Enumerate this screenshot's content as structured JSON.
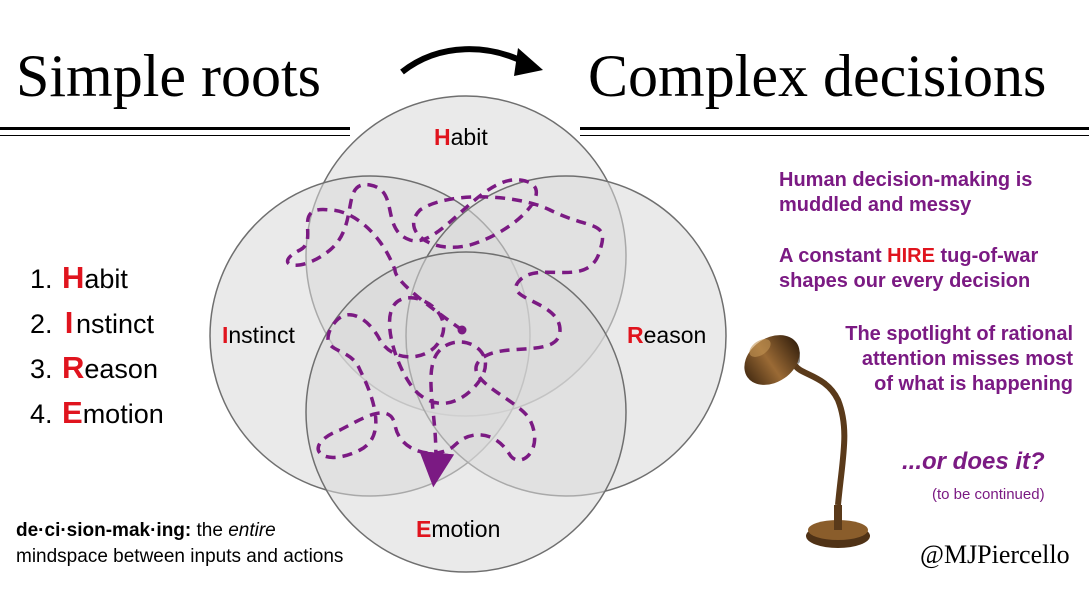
{
  "header": {
    "left_title": "Simple roots",
    "right_title": "Complex decisions"
  },
  "venn": {
    "habit": {
      "first": "H",
      "rest": "abit"
    },
    "instinct": {
      "first": "I",
      "rest": "nstinct"
    },
    "reason": {
      "first": "R",
      "rest": "eason"
    },
    "emotion": {
      "first": "E",
      "rest": "motion"
    }
  },
  "list": [
    {
      "num": "1.",
      "first": "H",
      "rest": "abit"
    },
    {
      "num": "2.",
      "first": "I",
      "rest": "nstinct"
    },
    {
      "num": "3.",
      "first": "R",
      "rest": "eason"
    },
    {
      "num": "4.",
      "first": "E",
      "rest": "motion"
    }
  ],
  "notes": {
    "messy_line1": "Human decision-making is",
    "messy_line2": "muddled and messy",
    "tug_line1_pre": "A constant ",
    "tug_line1_hire": "HIRE",
    "tug_line1_post": " tug-of-war",
    "tug_line2": "shapes our every decision",
    "spot_line1": "The spotlight of rational",
    "spot_line2": "attention misses most",
    "spot_line3": "of what is happening",
    "or_does_it": "...or does it?",
    "to_be_continued": "(to be continued)"
  },
  "definition": {
    "term": "de·ci·sion-mak·ing:",
    "text_pre": " the ",
    "emph": "entire",
    "line2": "mindspace between inputs and actions"
  },
  "handle": "@MJPiercello",
  "colors": {
    "accent_red": "#e0141e",
    "purple": "#7b1a83",
    "circle_fill": "#d9d9d9",
    "circle_stroke": "#6f6f6f"
  }
}
